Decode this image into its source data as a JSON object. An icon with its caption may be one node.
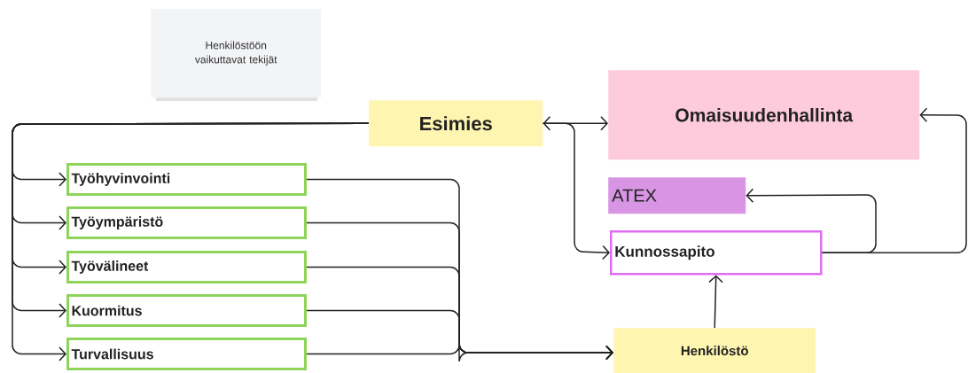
{
  "diagram": {
    "nodes": [
      {
        "text": [
          "Henkilöstöön vaikuttavat tekijät"
        ]
      },
      {
        "text": [
          "Esimies"
        ]
      },
      {
        "text": [
          "Omaisuudenhallinta"
        ]
      },
      {
        "text": [
          "ATEX"
        ]
      },
      {
        "text": [
          "Kunnossapito"
        ]
      },
      {
        "text": [
          "Henkilöstö"
        ]
      },
      {
        "text": [
          "Työhyvinvointi"
        ]
      },
      {
        "text": [
          "Työympäristö"
        ]
      },
      {
        "text": [
          "Työvälineet"
        ]
      },
      {
        "text": [
          "Kuormitus"
        ]
      },
      {
        "text": [
          "Turvallisuus"
        ]
      }
    ],
    "edges": [
      {
        "from": 1,
        "to": 6,
        "arrow": "to"
      },
      {
        "from": 1,
        "to": 7,
        "arrow": "to"
      },
      {
        "from": 1,
        "to": 8,
        "arrow": "to"
      },
      {
        "from": 1,
        "to": 9,
        "arrow": "to"
      },
      {
        "from": 1,
        "to": 10,
        "arrow": "to"
      },
      {
        "from": 6,
        "to": 5,
        "arrow": "to"
      },
      {
        "from": 7,
        "to": 5,
        "arrow": "to"
      },
      {
        "from": 8,
        "to": 5,
        "arrow": "to"
      },
      {
        "from": 9,
        "to": 5,
        "arrow": "to"
      },
      {
        "from": 10,
        "to": 5,
        "arrow": "to"
      },
      {
        "from": 1,
        "to": 2,
        "arrow": "both"
      },
      {
        "from": 1,
        "to": 4,
        "arrow": "to"
      },
      {
        "from": 4,
        "to": 3,
        "arrow": "to"
      },
      {
        "from": 4,
        "to": 2,
        "arrow": "to"
      },
      {
        "from": 5,
        "to": 4,
        "arrow": "to"
      }
    ]
  }
}
